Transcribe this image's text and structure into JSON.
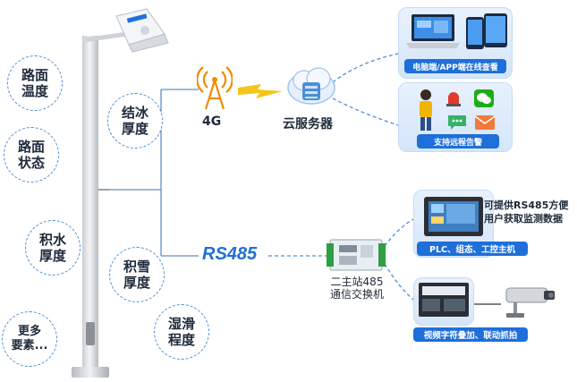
{
  "sensors": [
    {
      "line1": "路面",
      "line2": "温度"
    },
    {
      "line1": "路面",
      "line2": "状态"
    },
    {
      "line1": "积水",
      "line2": "厚度"
    },
    {
      "line1": "更多",
      "line2": "要素..."
    },
    {
      "line1": "结冰",
      "line2": "厚度"
    },
    {
      "line1": "积雪",
      "line2": "厚度"
    },
    {
      "line1": "湿滑",
      "line2": "程度"
    }
  ],
  "network": {
    "tower_label": "4G",
    "cloud_label": "云服务器",
    "rs485_label": "RS485"
  },
  "cards": {
    "pc_app": "电脑端/APP端在线查看",
    "alarm": "支持远程告警",
    "plc": "PLC、组态、工控主机",
    "video": "视频字符叠加、联动抓拍"
  },
  "gateway": {
    "line1": "二主站485",
    "line2": "通信交换机"
  },
  "plc_note": {
    "line1": "可提供RS485方便",
    "line2": "用户获取监测数据"
  },
  "colors": {
    "accent": "#1e6fd9",
    "dashed_line": "#4a8fd6",
    "rs485": "#1e6fd9",
    "lightning": "#f5c518",
    "tower": "#f08a00"
  }
}
